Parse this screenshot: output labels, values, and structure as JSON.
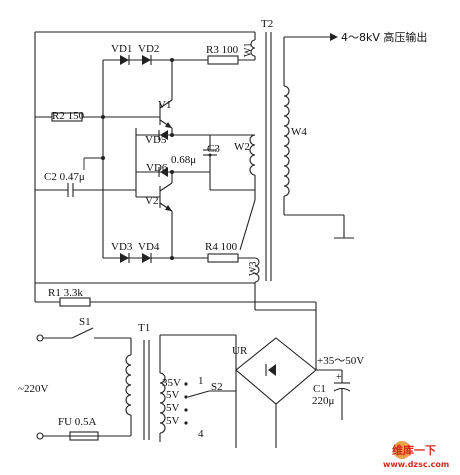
{
  "labels": {
    "t2": "T2",
    "output": "4～8kV 高压输出",
    "vd1": "VD1",
    "vd2": "VD2",
    "r3": "R3 100",
    "w1": "W1",
    "v1": "V1",
    "r2": "R2 150",
    "vd5": "VD5",
    "c3": "C3",
    "c3_value": "0.68μ",
    "w2": "W2",
    "w4": "W4",
    "vd6": "VD6",
    "c2": "C2 0.47μ",
    "v2": "V2",
    "vd3": "VD3",
    "vd4": "VD4",
    "r4": "R4 100",
    "w3": "W3",
    "r1": "R1 3.3k",
    "s1": "S1",
    "t1": "T1",
    "ur": "UR",
    "dc_voltage": "+35～50V",
    "ac_voltage": "~220V",
    "tap_35v": "35V",
    "tap_5v_a": "5V",
    "tap_5v_b": "5V",
    "tap_5v_c": "5V",
    "tap_1": "1",
    "tap_4": "4",
    "s2": "S2",
    "c1": "C1",
    "c1_value": "220μ",
    "fuse": "FU 0.5A"
  },
  "watermark": {
    "brand": "维库一下",
    "url": "www.dzsc.com"
  },
  "colors": {
    "line": "#222222",
    "watermark_red": "#d42a1e",
    "watermark_orange": "#e8912c"
  }
}
